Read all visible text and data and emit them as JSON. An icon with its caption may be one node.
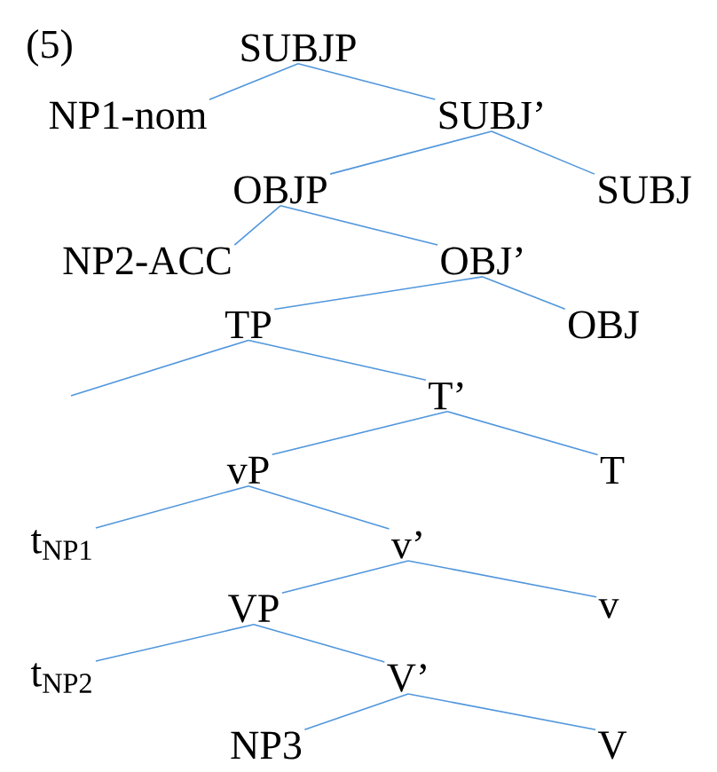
{
  "diagram": {
    "nodes": [
      {
        "text": [
          "SUBJP"
        ]
      },
      {
        "text": [
          "NP1-nom"
        ]
      },
      {
        "text": [
          "SUBJ’"
        ]
      },
      {
        "text": [
          "OBJP"
        ]
      },
      {
        "text": [
          "SUBJ"
        ]
      },
      {
        "text": [
          "NP2-ACC"
        ]
      },
      {
        "text": [
          "OBJ’"
        ]
      },
      {
        "text": [
          "TP"
        ]
      },
      {
        "text": [
          "OBJ"
        ]
      },
      {
        "text": [
          "T’"
        ]
      },
      {
        "text": [
          "vP"
        ]
      },
      {
        "text": [
          "T"
        ]
      },
      {
        "text": [
          "t$_{NP1}$"
        ]
      },
      {
        "text": [
          "v’"
        ]
      },
      {
        "text": [
          "VP"
        ]
      },
      {
        "text": [
          "v"
        ]
      },
      {
        "text": [
          "t$_{NP2}$"
        ]
      },
      {
        "text": [
          "V’"
        ]
      },
      {
        "text": [
          "NP3"
        ]
      },
      {
        "text": [
          "V"
        ]
      }
    ],
    "edges": [
      {
        "from": 0,
        "to": 1,
        "arrow": "none"
      },
      {
        "from": 0,
        "to": 2,
        "arrow": "none"
      },
      {
        "from": 2,
        "to": 3,
        "arrow": "none"
      },
      {
        "from": 2,
        "to": 4,
        "arrow": "none"
      },
      {
        "from": 3,
        "to": 5,
        "arrow": "none"
      },
      {
        "from": 3,
        "to": 6,
        "arrow": "none"
      },
      {
        "from": 6,
        "to": 7,
        "arrow": "none"
      },
      {
        "from": 6,
        "to": 8,
        "arrow": "none"
      },
      {
        "from": 7,
        "to": null,
        "arrow": "none"
      },
      {
        "from": 7,
        "to": 9,
        "arrow": "none"
      },
      {
        "from": 9,
        "to": 10,
        "arrow": "none"
      },
      {
        "from": 9,
        "to": 11,
        "arrow": "none"
      },
      {
        "from": 10,
        "to": 12,
        "arrow": "none"
      },
      {
        "from": 10,
        "to": 13,
        "arrow": "none"
      },
      {
        "from": 13,
        "to": 14,
        "arrow": "none"
      },
      {
        "from": 13,
        "to": 15,
        "arrow": "none"
      },
      {
        "from": 14,
        "to": 16,
        "arrow": "none"
      },
      {
        "from": 14,
        "to": 17,
        "arrow": "none"
      },
      {
        "from": 17,
        "to": 18,
        "arrow": "none"
      },
      {
        "from": 17,
        "to": 19,
        "arrow": "none"
      }
    ],
    "labels": [
      "(5)"
    ]
  }
}
